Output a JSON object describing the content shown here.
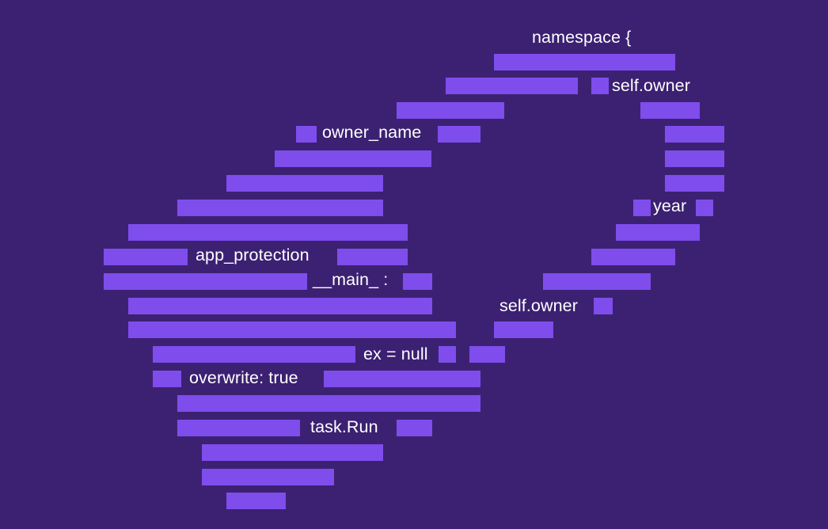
{
  "colors": {
    "background": "#3c2172",
    "bar": "#7e4dec",
    "text": "#ffffff"
  },
  "labels": {
    "namespace": "namespace {",
    "self_owner_top": "self.owner",
    "owner_name": "owner_name",
    "year": "year",
    "app_protection": "app_protection",
    "main": "__main_ :",
    "self_owner_mid": "self.owner",
    "ex_null": "ex = null",
    "overwrite": "overwrite: true",
    "task_run": "task.Run"
  }
}
